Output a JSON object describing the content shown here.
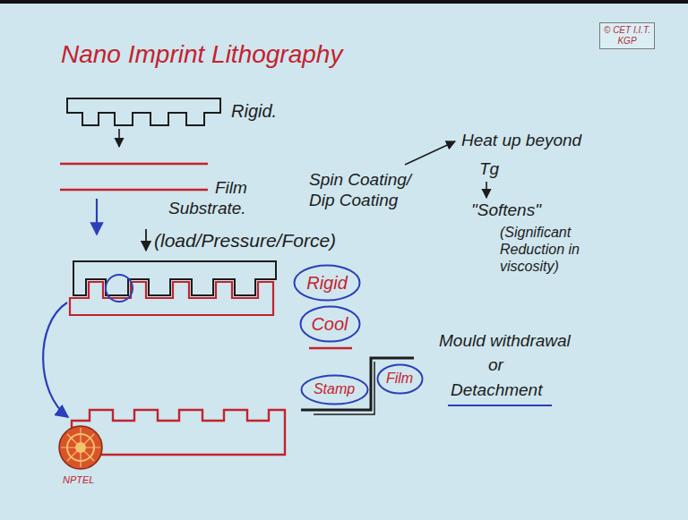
{
  "diagram": {
    "title": "Nano Imprint Lithography",
    "nodes": [
      {
        "text": [
          "© CET I.I.T. KGP"
        ]
      },
      {
        "text": [
          "Rigid"
        ]
      },
      {
        "text": [
          "Cool"
        ]
      },
      {
        "text": [
          "Stamp"
        ]
      },
      {
        "text": [
          "Film"
        ]
      }
    ],
    "labels": [
      "Rigid.",
      "Film",
      "Substrate.",
      "Spin Coating/ Dip Coating",
      "Heat up beyond",
      "Tg",
      "\"Softens\"",
      "(Significant Reduction in viscosity)",
      "(load/Pressure/Force)",
      "Mould withdrawal",
      "or",
      "Detachment",
      "NPTEL"
    ]
  }
}
